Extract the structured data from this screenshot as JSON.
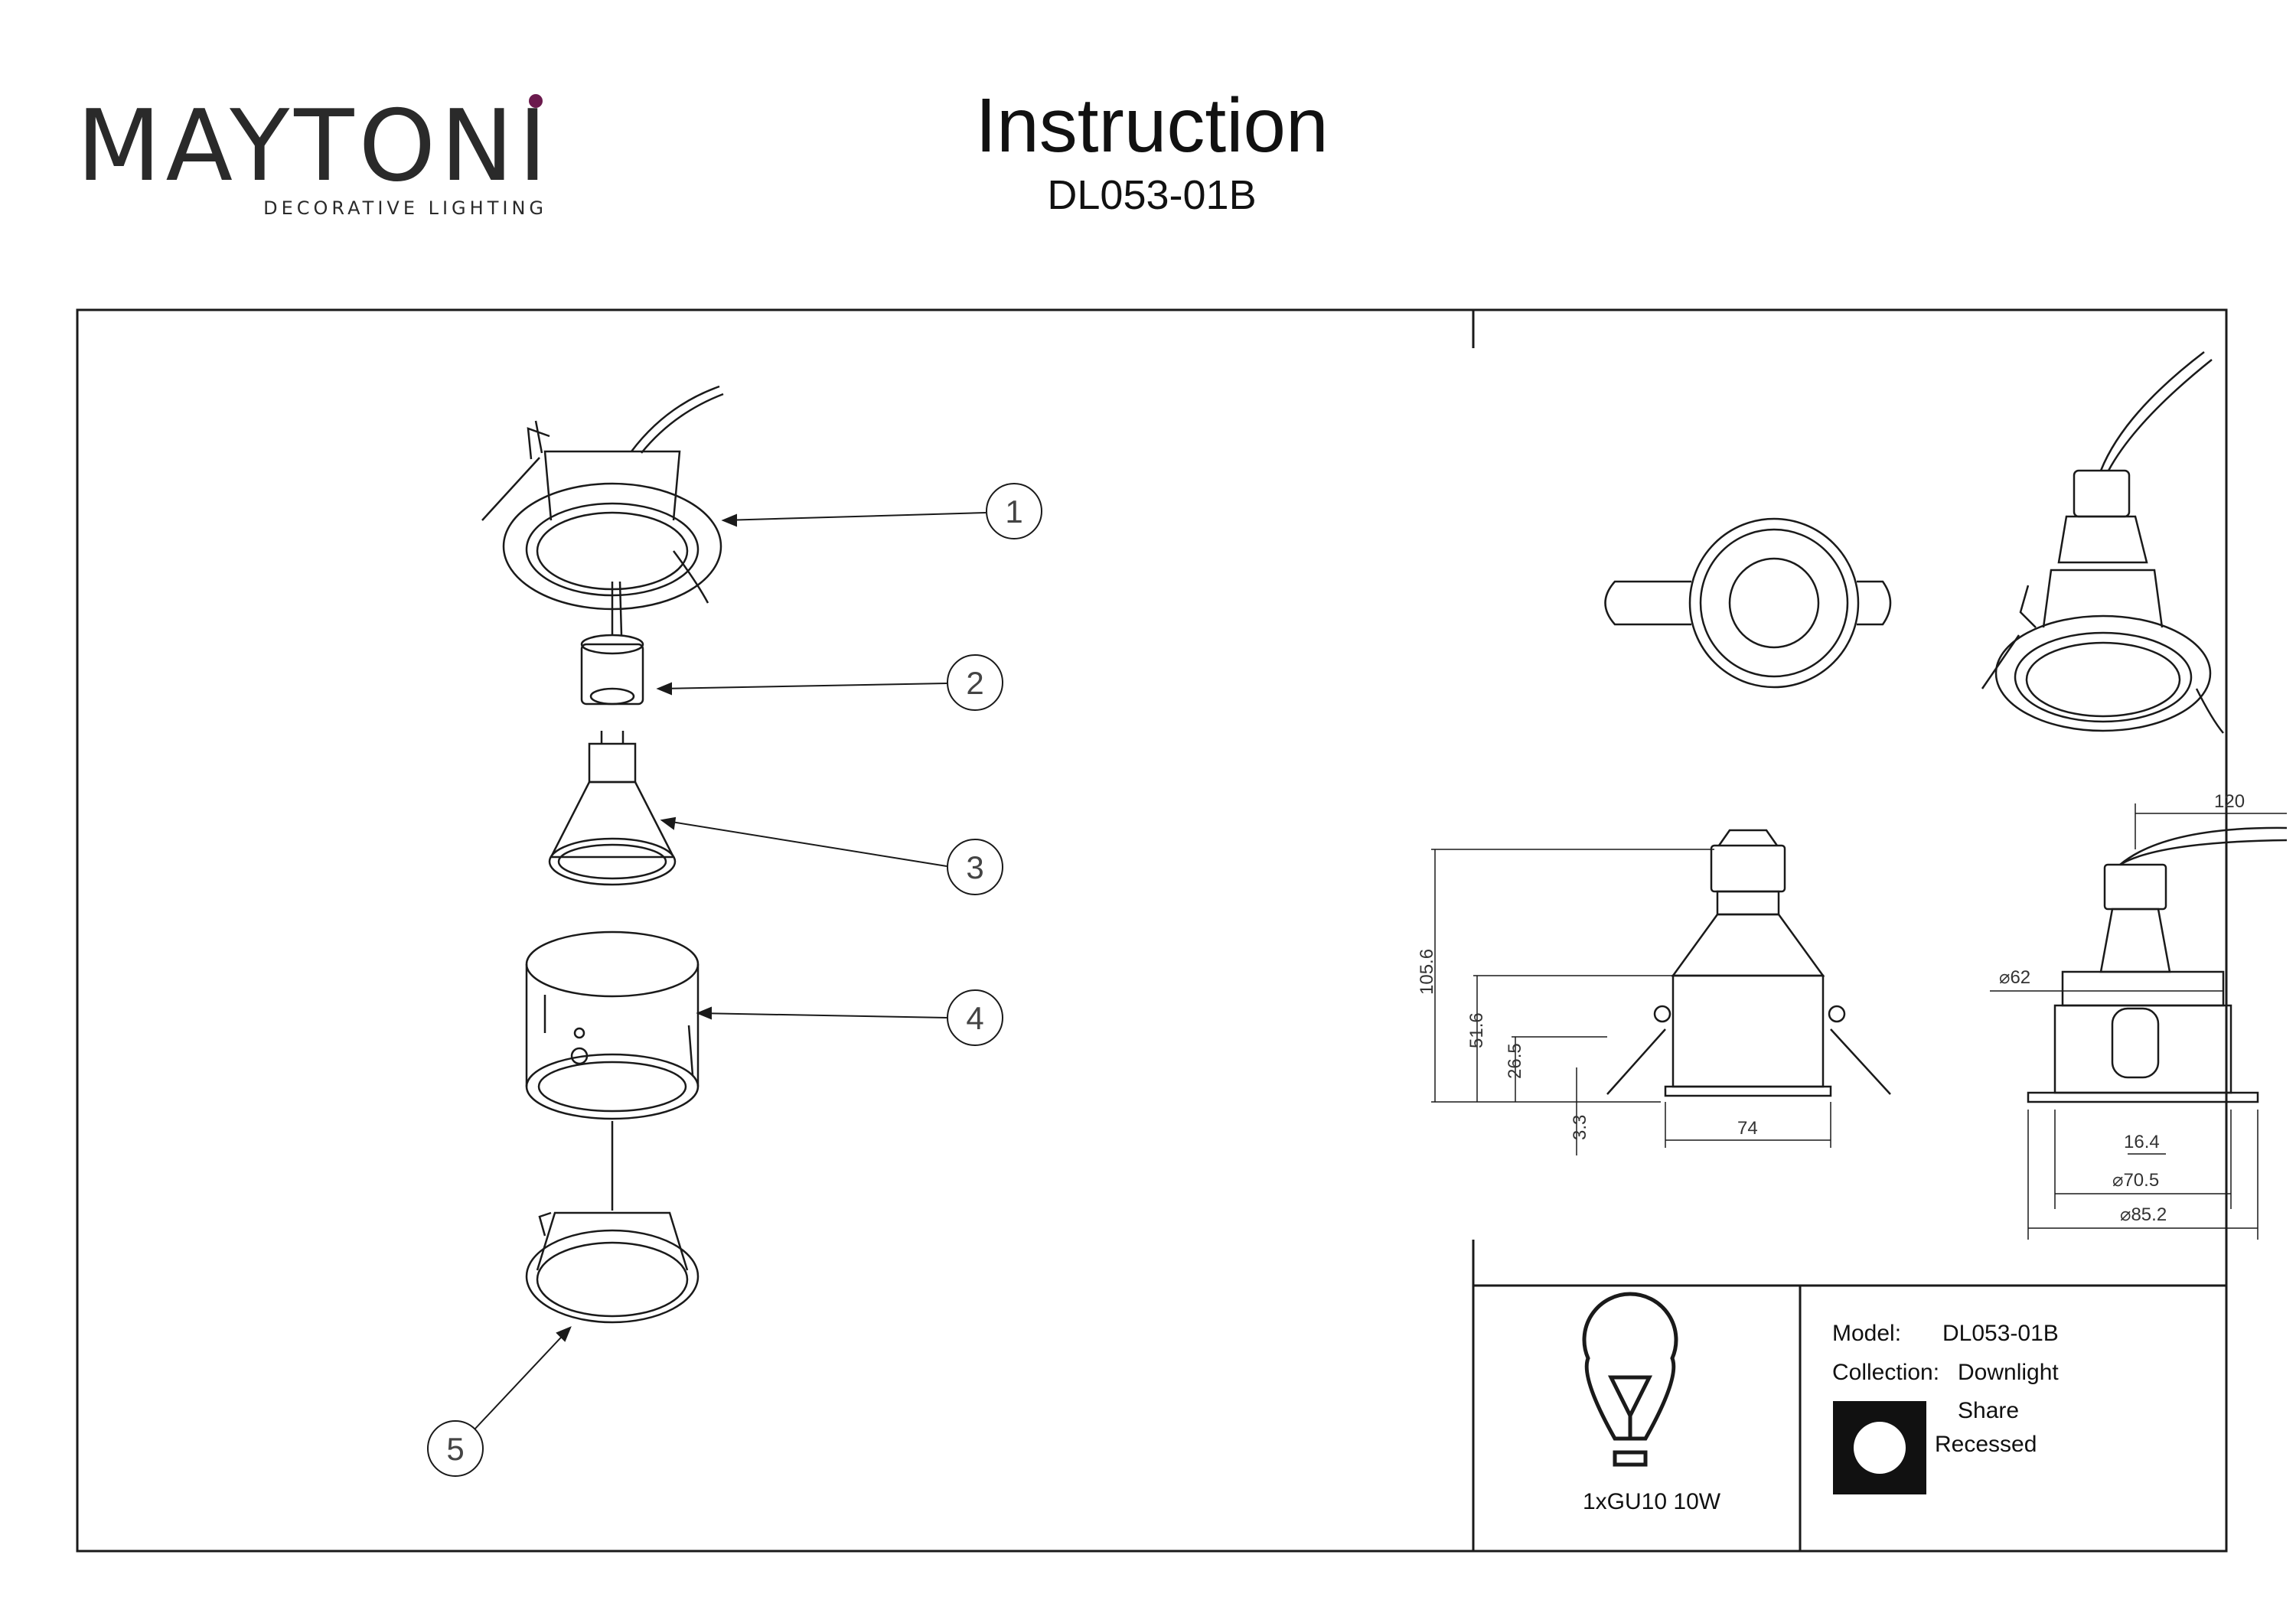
{
  "header": {
    "brand": "MAYTONI",
    "brand_tagline": "DECORATIVE LIGHTING",
    "title": "Instruction",
    "model_code": "DL053-01B"
  },
  "exploded_view": {
    "callouts": [
      "1",
      "2",
      "3",
      "4",
      "5"
    ]
  },
  "dimensions": {
    "height_total": "105.6",
    "height_body": "51.6",
    "height_trim": "26.5",
    "flange": "3.3",
    "width_front": "74",
    "wire_length": "120",
    "diameter_inner": "⌀62",
    "clip_offset": "16.4",
    "cutout": "⌀70.5",
    "outer": "⌀85.2"
  },
  "spec": {
    "lamp": "1xGU10 10W",
    "model_label": "Model:",
    "model_value": "DL053-01B",
    "collection_label": "Collection:",
    "collection_value": "Downlight",
    "shape": "Share",
    "mount": "Recessed"
  },
  "colors": {
    "brand_accent": "#6b1a4d",
    "line": "#1a1a1a"
  }
}
